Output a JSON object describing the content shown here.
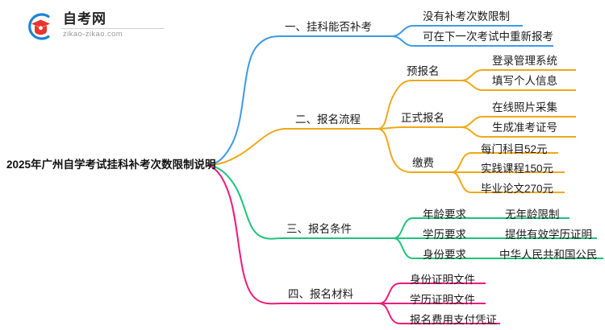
{
  "logo": {
    "name": "zikao-logo",
    "title": "自考网",
    "domain": "zikao-zikao.com",
    "arc_color": "#1a84d8",
    "cap_color": "#e8352e"
  },
  "colors": {
    "branch_1": "#3d9ae8",
    "branch_2": "#f0a818",
    "branch_3": "#1ec37a",
    "branch_4": "#ef1a7d",
    "text": "#1b1b1b"
  },
  "mindmap": {
    "root": {
      "label": "2025年广州自学考试挂科补考次数限制说明"
    },
    "branches": [
      {
        "label": "一、挂科能否补考",
        "color": "#3d9ae8",
        "children": [
          {
            "label": "没有补考次数限制"
          },
          {
            "label": "可在下一次考试中重新报考"
          }
        ]
      },
      {
        "label": "二、报名流程",
        "color": "#f0a818",
        "children": [
          {
            "label": "预报名",
            "children": [
              {
                "label": "登录管理系统"
              },
              {
                "label": "填写个人信息"
              }
            ]
          },
          {
            "label": "正式报名",
            "children": [
              {
                "label": "在线照片采集"
              },
              {
                "label": "生成准考证号"
              }
            ]
          },
          {
            "label": "缴费",
            "children": [
              {
                "label": "每门科目52元"
              },
              {
                "label": "实践课程150元"
              },
              {
                "label": "毕业论文270元"
              }
            ]
          }
        ]
      },
      {
        "label": "三、报名条件",
        "color": "#1ec37a",
        "children": [
          {
            "label": "年龄要求",
            "children": [
              {
                "label": "无年龄限制"
              }
            ]
          },
          {
            "label": "学历要求",
            "children": [
              {
                "label": "提供有效学历证明"
              }
            ]
          },
          {
            "label": "身份要求",
            "children": [
              {
                "label": "中华人民共和国公民"
              }
            ]
          }
        ]
      },
      {
        "label": "四、报名材料",
        "color": "#ef1a7d",
        "children": [
          {
            "label": "身份证明文件"
          },
          {
            "label": "学历证明文件"
          },
          {
            "label": "报名费用支付凭证"
          }
        ]
      }
    ]
  }
}
